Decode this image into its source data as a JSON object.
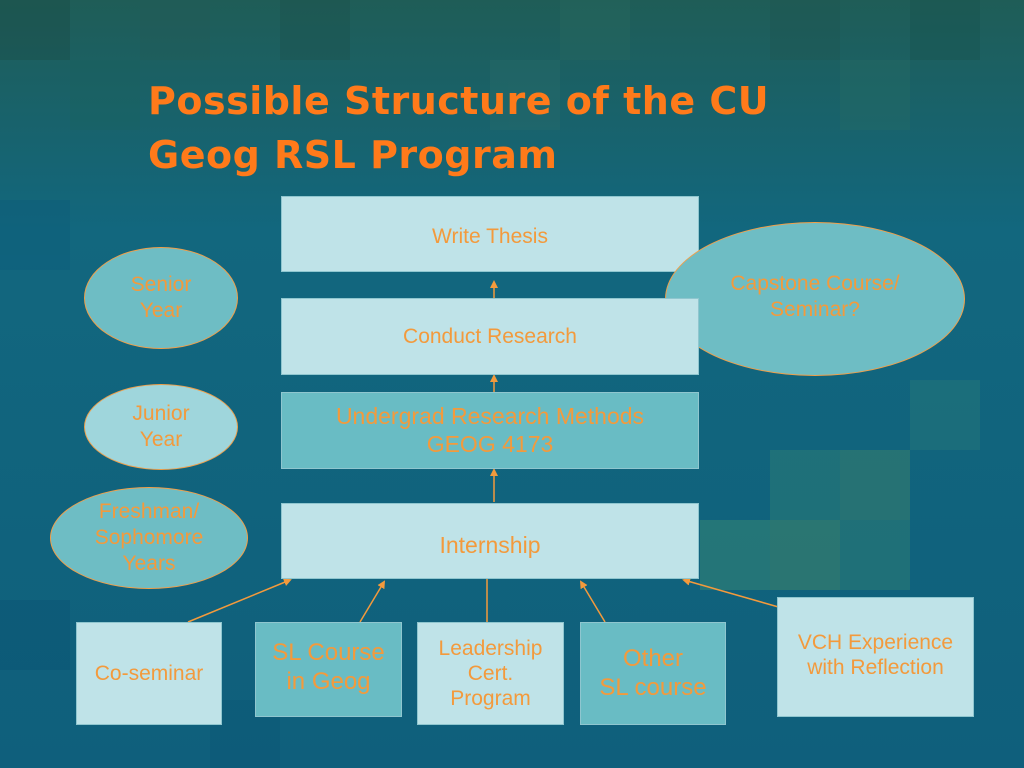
{
  "title": {
    "line1": "Possible Structure of the CU",
    "line2": "Geog RSL Program"
  },
  "stack": {
    "write_thesis": "Write Thesis",
    "conduct_research": "Conduct Research",
    "methods_line1": "Undergrad Research Methods",
    "methods_line2": "GEOG 4173",
    "internship": "Internship"
  },
  "years": {
    "senior_line1": "Senior",
    "senior_line2": "Year",
    "junior_line1": "Junior",
    "junior_line2": "Year",
    "fresh_line1": "Freshman/",
    "fresh_line2": "Sophomore",
    "fresh_line3": "Years"
  },
  "capstone": {
    "line1": "Capstone Course/",
    "line2": "Seminar?"
  },
  "bottom": {
    "coseminar": "Co-seminar",
    "sl_geog_line1": "SL Course",
    "sl_geog_line2": "in Geog",
    "leadership_line1": "Leadership",
    "leadership_line2": "Cert.",
    "leadership_line3": "Program",
    "other_line1": "Other",
    "other_line2": "SL course",
    "vch_line1": "VCH Experience",
    "vch_line2": "with Reflection"
  },
  "colors": {
    "title": "#ff7a1a",
    "text": "#f39a3c",
    "box_light": "#bfe3e8",
    "box_mid": "#69bcc4",
    "background": "#11607a"
  }
}
